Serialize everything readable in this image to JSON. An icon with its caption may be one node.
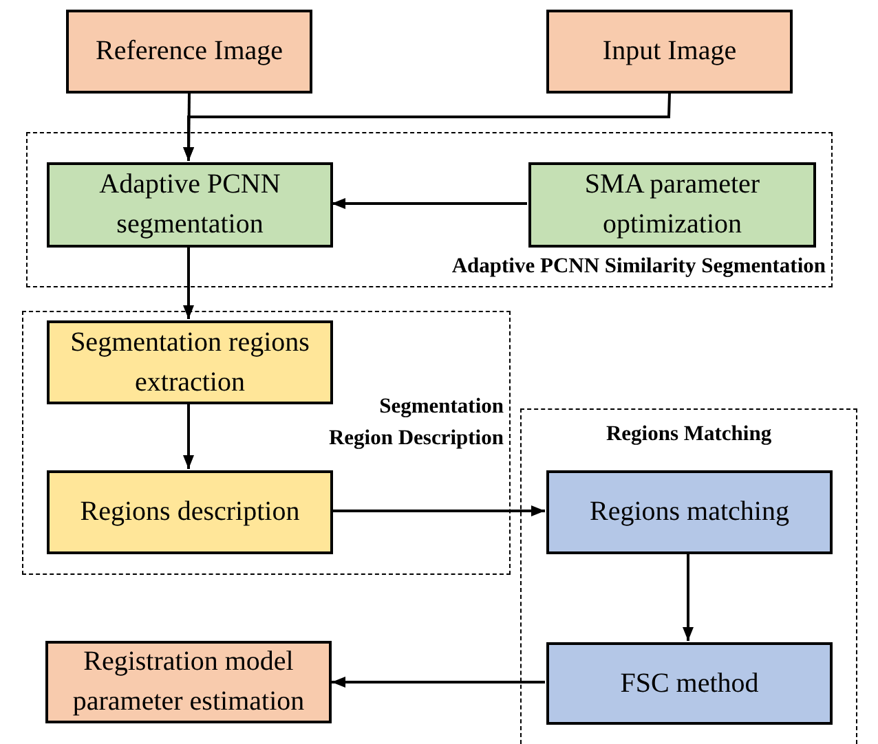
{
  "diagram": {
    "nodes": [
      {
        "text": [
          "Reference Image"
        ]
      },
      {
        "text": [
          "Input Image"
        ]
      },
      {
        "text": [
          "Adaptive PCNN Similarity Segmentation"
        ]
      },
      {
        "text": [
          "Adaptive PCNN segmentation"
        ],
        "in": 2
      },
      {
        "text": [
          "SMA parameter optimization"
        ],
        "in": 2
      },
      {
        "text": [
          "Segmentation Region Description"
        ]
      },
      {
        "text": [
          "Segmentation regions extraction"
        ],
        "in": 5
      },
      {
        "text": [
          "Regions description"
        ],
        "in": 5
      },
      {
        "text": [
          "Regions Matching"
        ]
      },
      {
        "text": [
          "Regions matching"
        ],
        "in": 8
      },
      {
        "text": [
          "FSC method"
        ],
        "in": 8
      },
      {
        "text": [
          "Registration model parameter estimation"
        ]
      }
    ],
    "edges": [
      {
        "from": 0,
        "to": 3,
        "arrow": "to"
      },
      {
        "from": 1,
        "to": 3,
        "arrow": "to"
      },
      {
        "from": 4,
        "to": 3,
        "arrow": "to"
      },
      {
        "from": 3,
        "to": 6,
        "arrow": "to"
      },
      {
        "from": 6,
        "to": 7,
        "arrow": "to"
      },
      {
        "from": 7,
        "to": 9,
        "arrow": "to"
      },
      {
        "from": 9,
        "to": 10,
        "arrow": "to"
      },
      {
        "from": 10,
        "to": 11,
        "arrow": "to"
      }
    ]
  }
}
